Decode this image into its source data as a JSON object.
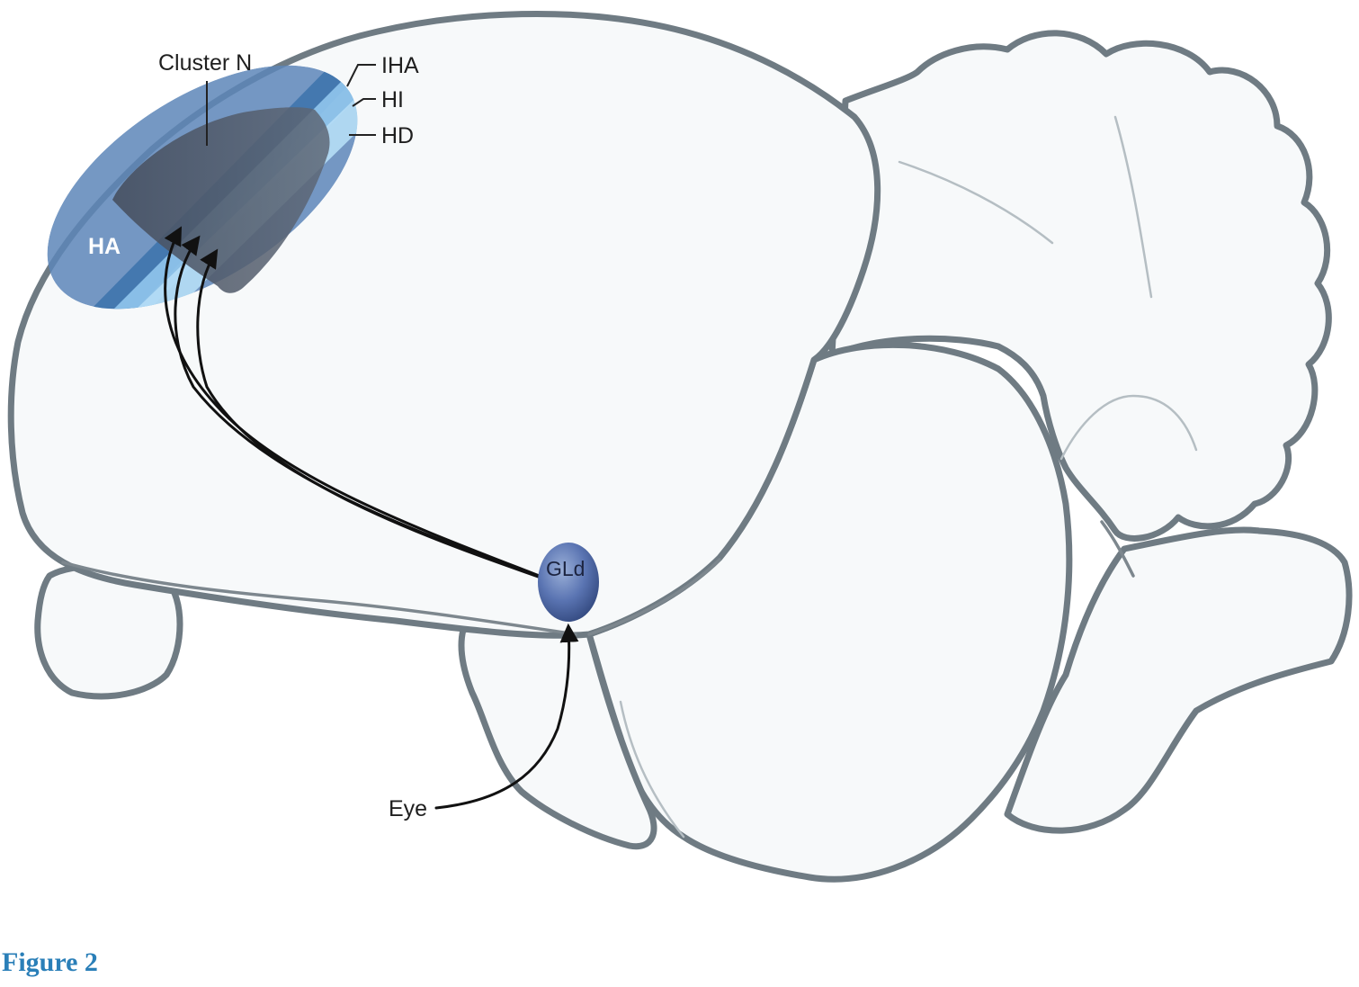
{
  "figure": {
    "caption": "Figure 2",
    "labels": {
      "cluster_n": "Cluster N",
      "iha": "IHA",
      "hi": "HI",
      "hd": "HD",
      "ha": "HA",
      "gld": "GLd",
      "eye": "Eye"
    },
    "colors": {
      "caption": "#2a7fb8",
      "ha_region": "#5d86b8",
      "iha_band": "#3f74ad",
      "hi_band": "#8fc4ec",
      "hd_band": "#b4dcf5",
      "cluster_n": "#55606f",
      "gld_nucleus": "#4d68a8",
      "brain_fill": "#f7f9fa",
      "brain_edge": "#6f7b83",
      "pathway": "#111111"
    }
  }
}
